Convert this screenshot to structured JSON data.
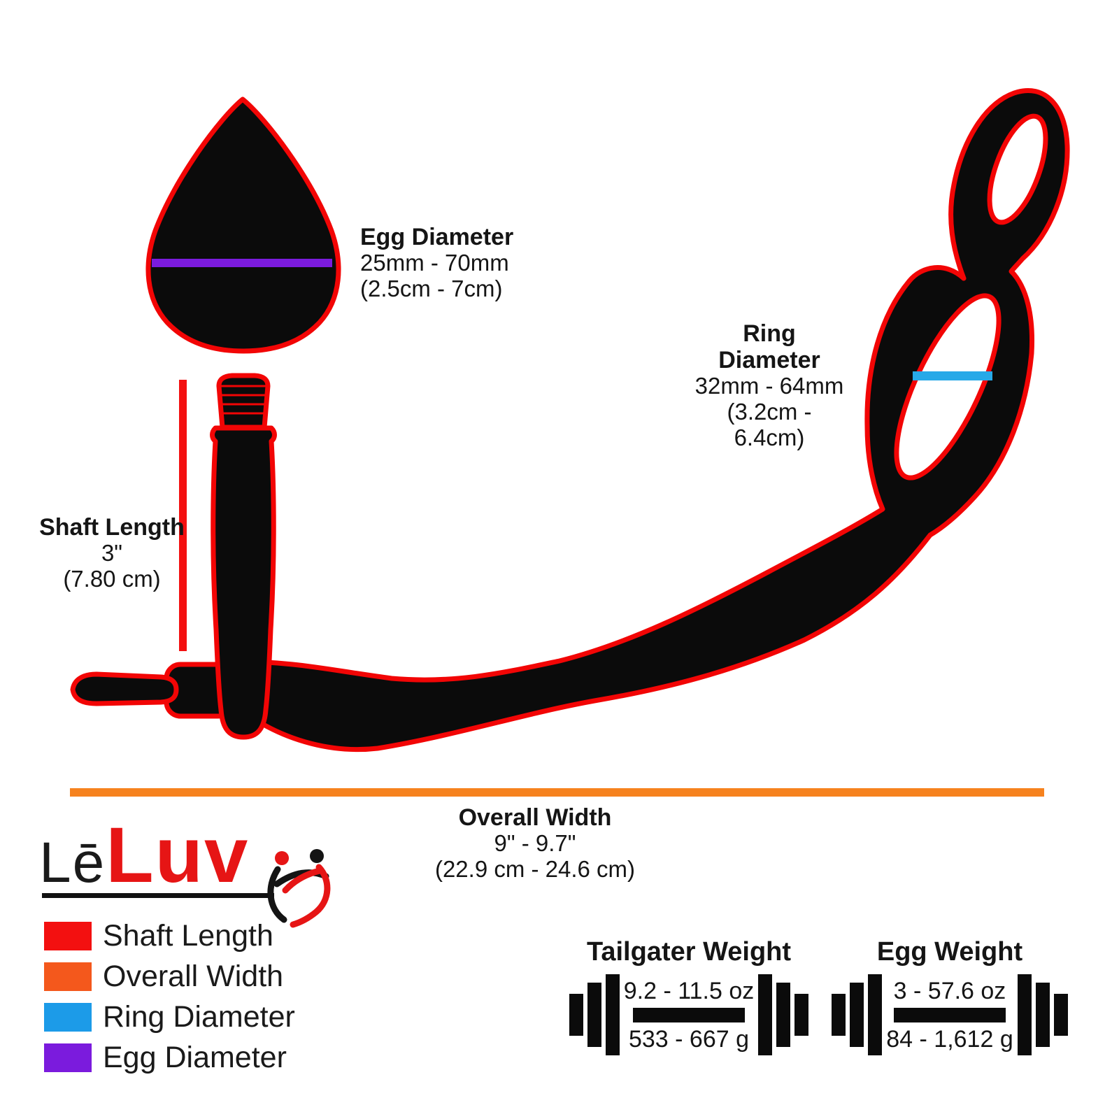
{
  "colors": {
    "outline_red": "#f20505",
    "black_fill": "#0b0b0b",
    "shaft_red": "#f31010",
    "overall_orange": "#f6821e",
    "ring_blue": "#27a9e8",
    "egg_purple": "#7b1bdd"
  },
  "labels": {
    "egg_diameter": {
      "title": "Egg Diameter",
      "line1": "25mm - 70mm",
      "line2": "(2.5cm - 7cm)"
    },
    "ring_diameter": {
      "title": "Ring Diameter",
      "line1": "32mm - 64mm",
      "line2": "(3.2cm - 6.4cm)"
    },
    "shaft_length": {
      "title": "Shaft Length",
      "line1": "3\"",
      "line2": "(7.80 cm)"
    },
    "overall_width": {
      "title": "Overall Width",
      "line1": "9\" - 9.7\"",
      "line2": "(22.9 cm - 24.6 cm)"
    }
  },
  "logo": {
    "part1": "Lē",
    "part2": "Luv"
  },
  "legend": {
    "items": [
      {
        "label": "Shaft Length",
        "color": "#f31010"
      },
      {
        "label": "Overall Width",
        "color": "#f4581c"
      },
      {
        "label": "Ring Diameter",
        "color": "#1c9be8"
      },
      {
        "label": "Egg Diameter",
        "color": "#7b1bdd"
      }
    ]
  },
  "weights": {
    "tailgater": {
      "title": "Tailgater Weight",
      "oz": "9.2 - 11.5 oz",
      "g": "533 - 667 g"
    },
    "egg": {
      "title": "Egg Weight",
      "oz": "3 - 57.6 oz",
      "g": "84 - 1,612 g"
    }
  }
}
